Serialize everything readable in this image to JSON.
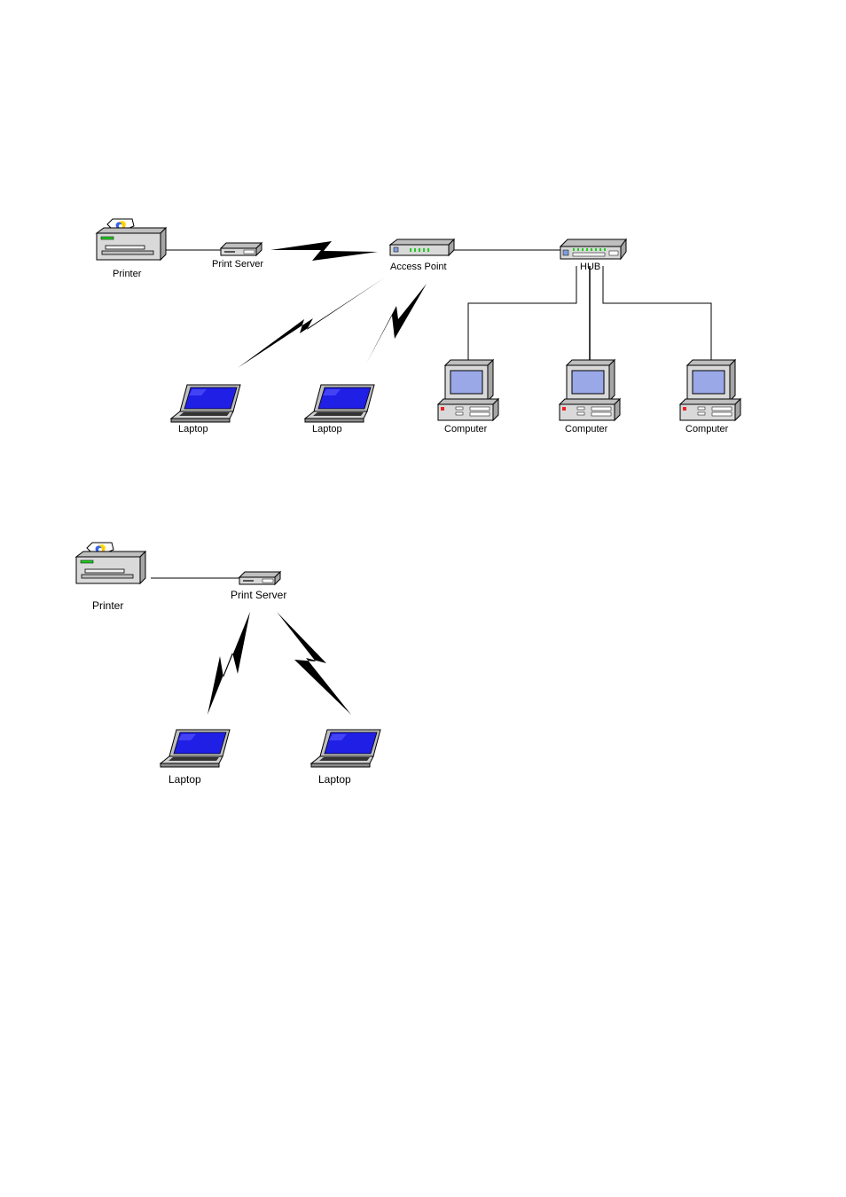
{
  "diagram_top": {
    "printer_label": "Printer",
    "print_server_label": "Print Server",
    "access_point_label": "Access Point",
    "hub_label": "HUB",
    "laptop_labels": [
      "Laptop",
      "Laptop"
    ],
    "computer_labels": [
      "Computer",
      "Computer",
      "Computer"
    ]
  },
  "diagram_bottom": {
    "printer_label": "Printer",
    "print_server_label": "Print Server",
    "laptop_labels": [
      "Laptop",
      "Laptop"
    ]
  },
  "colors": {
    "device_body": "#d9d9d9",
    "screen": "#1f1fe6",
    "monitor_screen": "#9aa8e8",
    "led_green": "#22cc22",
    "led_red": "#ee2222",
    "link_line": "#000000"
  },
  "icons": [
    "printer-icon",
    "print-server-icon",
    "access-point-icon",
    "hub-icon",
    "laptop-icon",
    "computer-icon",
    "wireless-link-icon"
  ]
}
